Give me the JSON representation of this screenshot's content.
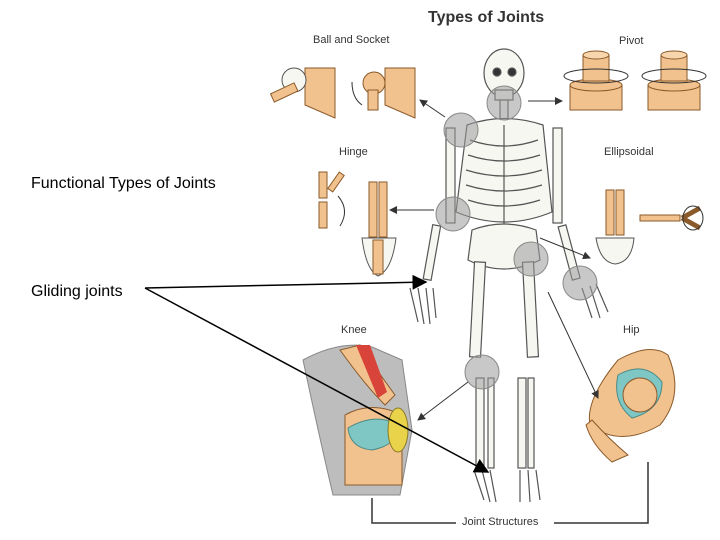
{
  "slide": {
    "heading": "Functional Types of Joints",
    "gliding_label": "Gliding joints"
  },
  "figure": {
    "title": "Types of Joints",
    "labels": {
      "ball_socket": "Ball and Socket",
      "pivot": "Pivot",
      "hinge": "Hinge",
      "ellipsoidal": "Ellipsoidal",
      "knee": "Knee",
      "hip": "Hip",
      "joint_structures": "Joint Structures"
    }
  },
  "colors": {
    "bone_fill": "#f7f7f2",
    "bone_stroke": "#555555",
    "joint_highlight": "#9a9a9a",
    "wood": "#f2c28e",
    "wood_stroke": "#8a5a2a",
    "cartilage": "#7fc7c4",
    "muscle": "#d9443a",
    "skin_gray": "#bdbdbd"
  }
}
